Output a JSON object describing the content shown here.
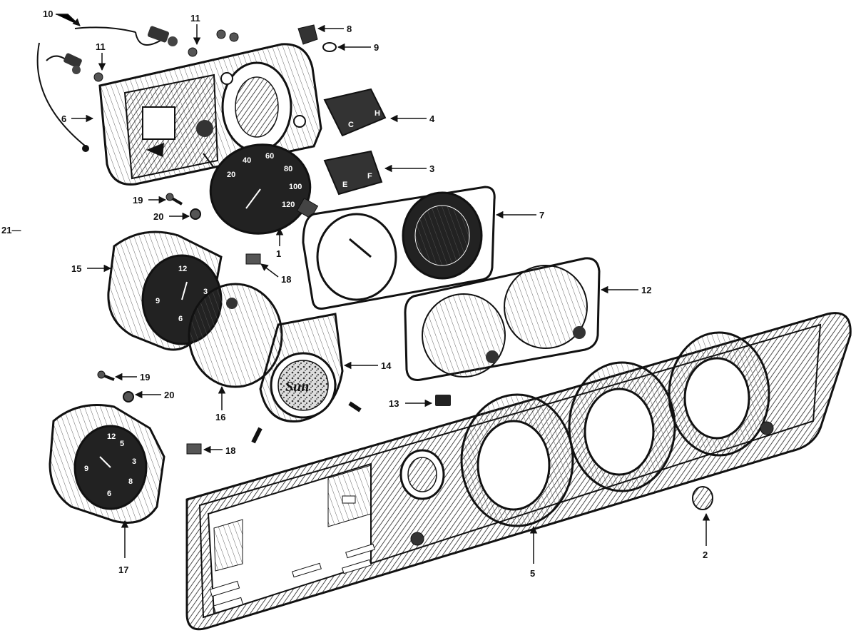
{
  "diagram": {
    "callouts": {
      "c1": "1",
      "c2": "2",
      "c3": "3",
      "c4": "4",
      "c5": "5",
      "c6": "6",
      "c7": "7",
      "c8": "8",
      "c9": "9",
      "c10": "10",
      "c11a": "11",
      "c11b": "11",
      "c12": "12",
      "c13": "13",
      "c14": "14",
      "c15": "15",
      "c16": "16",
      "c17": "17",
      "c18a": "18",
      "c18b": "18",
      "c19a": "19",
      "c19b": "19",
      "c20a": "20",
      "c20b": "20",
      "c21": "21—"
    },
    "speedo_numbers": [
      "20",
      "40",
      "60",
      "80",
      "100",
      "120"
    ],
    "clock_numbers_15": [
      "12",
      "3",
      "6",
      "9"
    ],
    "clock_numbers_17": [
      "12",
      "3",
      "6",
      "9",
      "5",
      "8"
    ],
    "gauge_labels": [
      "H",
      "C",
      "E",
      "F"
    ],
    "tach_logo": "Sun"
  }
}
